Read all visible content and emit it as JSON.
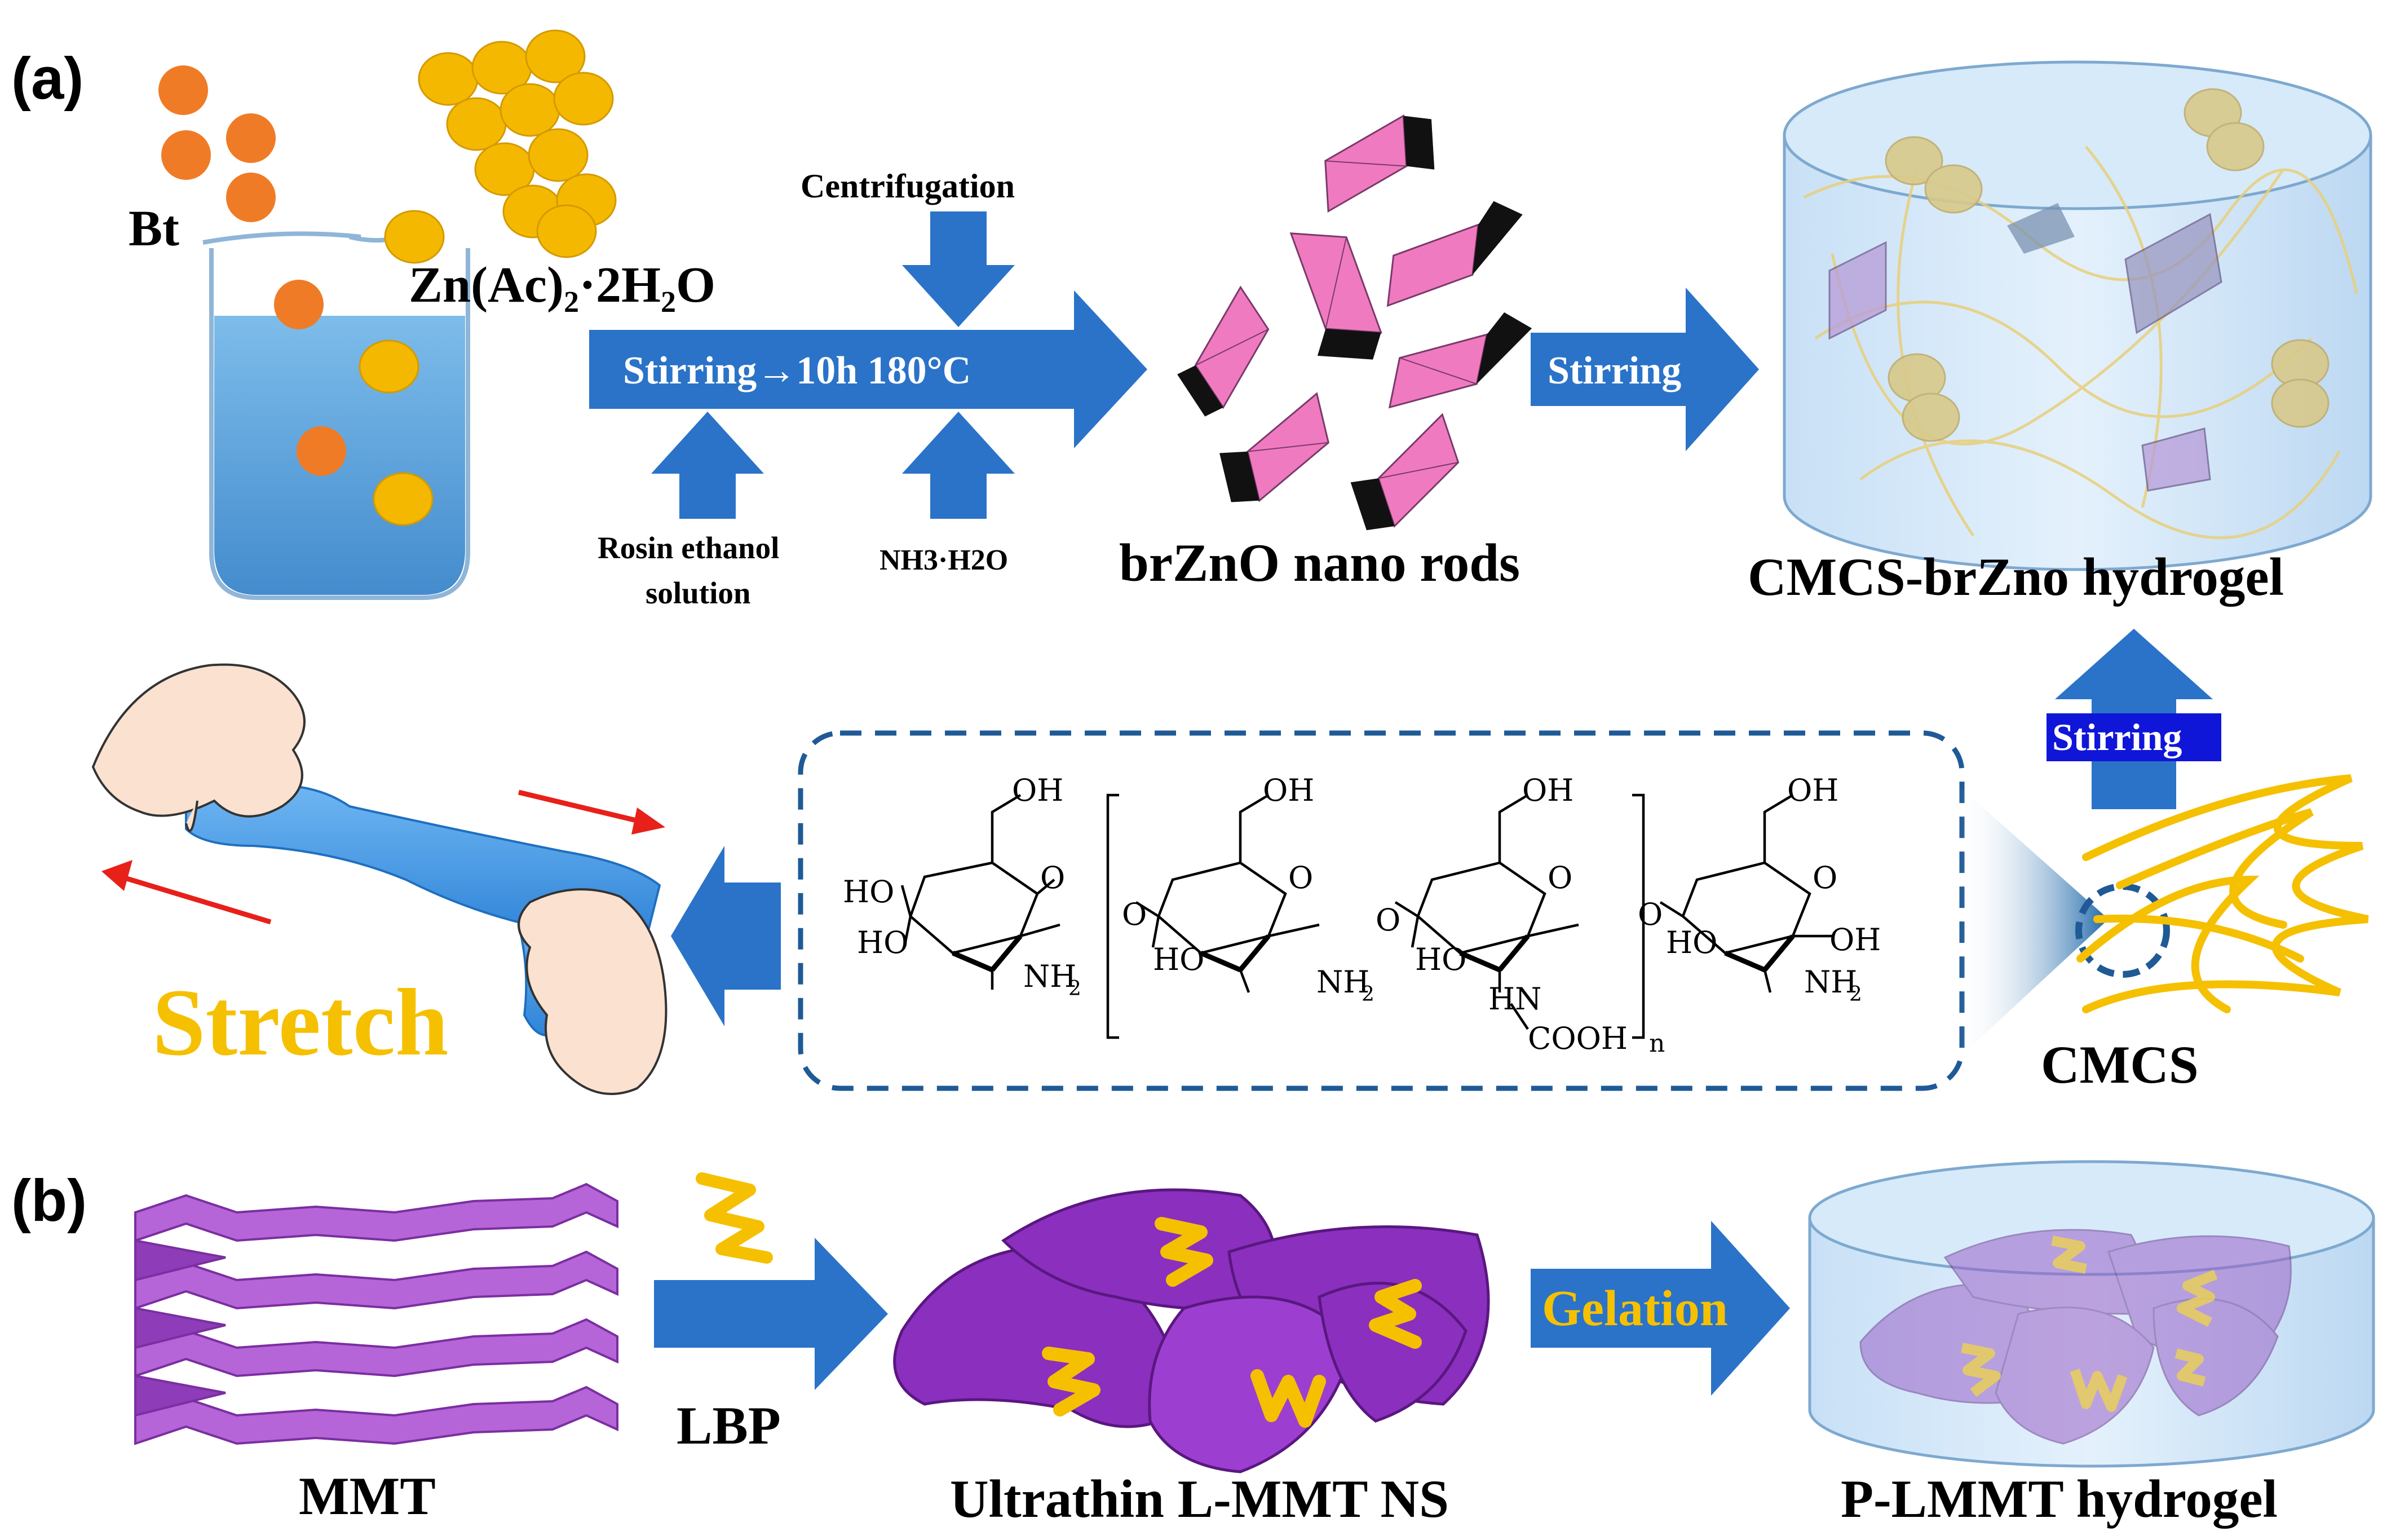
{
  "panel_a": {
    "label": "(a)",
    "bt_label": "Bt",
    "zinc_label": "Zn(Ac)₂·2H₂O",
    "centrifugation": "Centrifugation",
    "stirring_main": "Stirring→10h 180°C",
    "rosin_line1": "Rosin ethanol",
    "rosin_line2": "solution",
    "ammonia": "NH3·H2O",
    "nanorods_label": "brZnO nano rods",
    "stirring_right": "Stirring",
    "hydrogel_label": "CMCS-brZno hydrogel",
    "stirring_up": "Stirring",
    "cmcs_label": "CMCS",
    "stretch_label": "Stretch",
    "chem": {
      "oh": "OH",
      "ho": "HO",
      "o": "O",
      "nh2": "NH",
      "nh2_sub": "2",
      "hn": "HN",
      "cooh": "COOH",
      "n": "n"
    }
  },
  "panel_b": {
    "label": "(b)",
    "mmt_label": "MMT",
    "lbp_label": "LBP",
    "ns_label": "Ultrathin L-MMT NS",
    "gelation_label": "Gelation",
    "plmmt_label": "P-LMMT hydrogel"
  },
  "colors": {
    "arrow_blue": "#2a73c8",
    "orange_ball": "#f07b26",
    "yellow_ball": "#f5b800",
    "pink": "#f07ac0",
    "purple": "#8b2fbf",
    "stretch_yellow": "#f5c000",
    "cmcs_yellow": "#f5c000",
    "dashed_border": "#1f5a96"
  }
}
